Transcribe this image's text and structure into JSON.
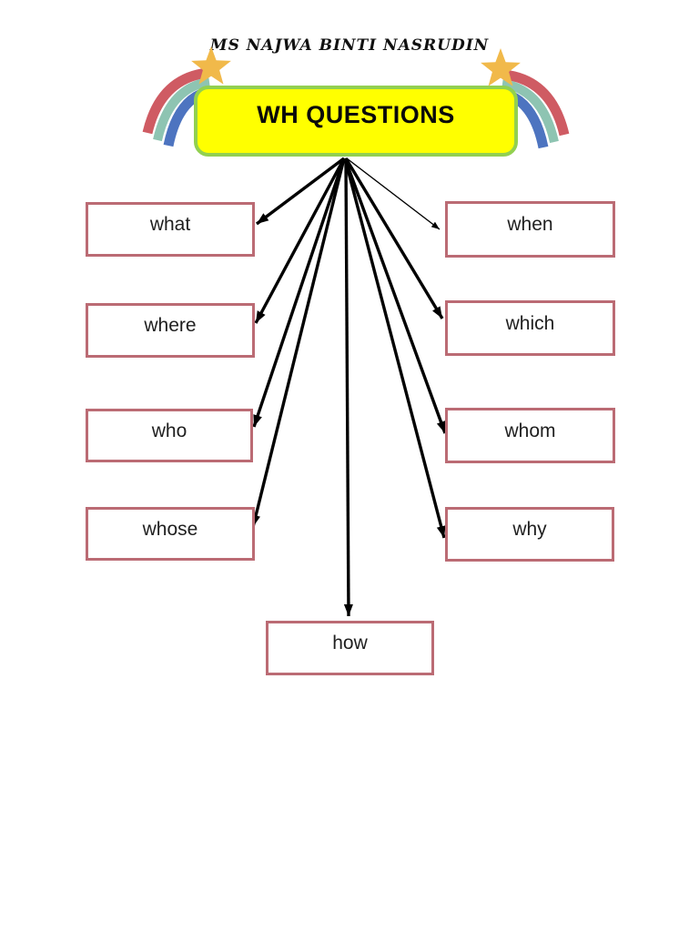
{
  "header": {
    "author": "MS NAJWA BINTI NASRUDIN"
  },
  "title": {
    "label": "WH QUESTIONS"
  },
  "words": [
    "what",
    "when",
    "where",
    "which",
    "who",
    "whom",
    "whose",
    "why",
    "how"
  ],
  "diagram": {
    "type": "radial-mind-map",
    "center": "WH QUESTIONS",
    "connections": [
      "what",
      "where",
      "who",
      "whose",
      "how",
      "why",
      "whom",
      "which",
      "when"
    ]
  },
  "icons": {
    "left_decoration": "shooting-star-icon",
    "right_decoration": "shooting-star-icon"
  },
  "colors": {
    "title_fill": "#ffff00",
    "title_border": "#92d050",
    "box_border": "#bb6b74",
    "arrow": "#000000",
    "star": "#f1b94a",
    "rainbow_red": "#cf5b63",
    "rainbow_teal": "#8ec4b2",
    "rainbow_blue": "#4d74c0"
  }
}
